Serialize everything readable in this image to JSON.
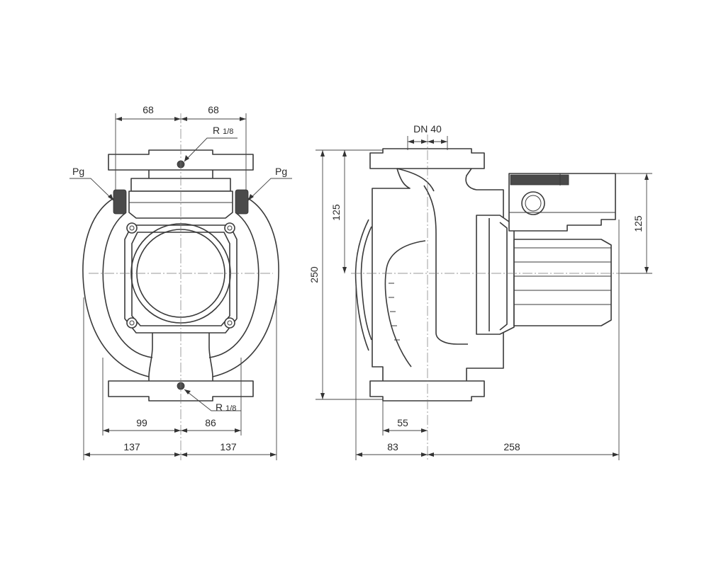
{
  "dimensions": {
    "top_left": "68",
    "top_right": "68",
    "port_top": "R",
    "port_top_frac": "1/8",
    "port_bottom": "R",
    "port_bottom_frac": "1/8",
    "cable_gland_left": "Pg",
    "cable_gland_right": "Pg",
    "bottom_inner_left": "99",
    "bottom_inner_right": "86",
    "bottom_outer_left": "137",
    "bottom_outer_right": "137",
    "nominal_diameter": "DN 40",
    "overall_height": "250",
    "inlet_to_axis": "125",
    "motor_to_axis": "125",
    "flange_offset": "55",
    "body_depth": "83",
    "motor_length": "258"
  }
}
